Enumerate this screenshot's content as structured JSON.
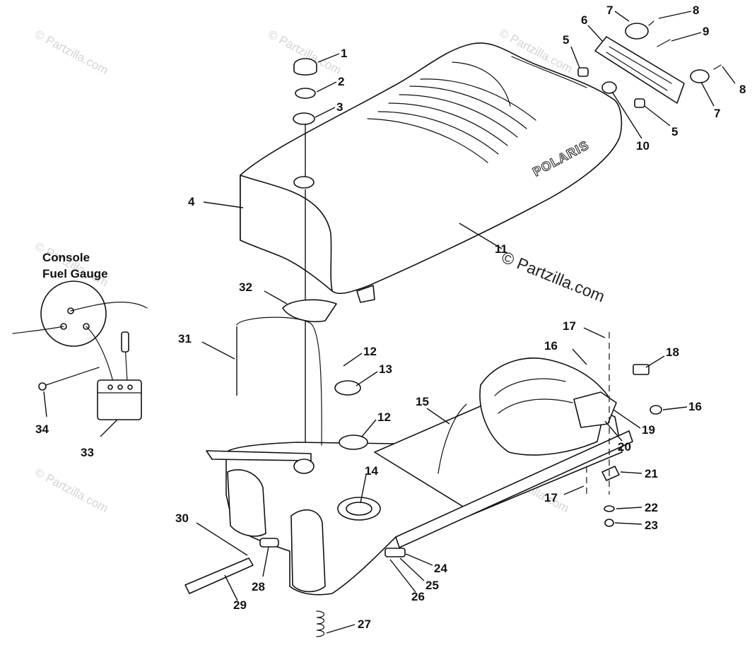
{
  "watermark": {
    "text": "© Partzilla.com"
  },
  "gauge": {
    "line1": "Console",
    "line2": "Fuel Gauge"
  },
  "brand": "POLARIS",
  "callouts": [
    "1",
    "2",
    "3",
    "4",
    "5",
    "5",
    "6",
    "7",
    "7",
    "8",
    "8",
    "9",
    "10",
    "11",
    "12",
    "12",
    "13",
    "14",
    "15",
    "16",
    "16",
    "17",
    "17",
    "18",
    "19",
    "20",
    "21",
    "22",
    "23",
    "24",
    "25",
    "26",
    "27",
    "28",
    "29",
    "30",
    "31",
    "32",
    "33",
    "34"
  ],
  "colors": {
    "ink": "#111111",
    "watermark": "#d4d4d4",
    "background": "#ffffff"
  }
}
